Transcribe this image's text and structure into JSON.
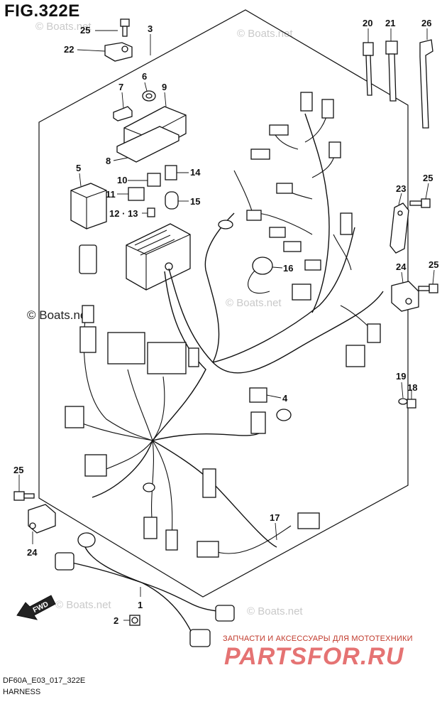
{
  "figure": {
    "title": "FIG.322E",
    "code": "DF60A_E03_017_322E",
    "name": "HARNESS"
  },
  "watermarks": {
    "site_small": "© Boats.net",
    "site_large": "© Boats.net"
  },
  "shop": {
    "tagline": "ЗАПЧАСТИ И АКСЕССУАРЫ ДЛЯ МОТОТЕХНИКИ",
    "logo": "PARTSFOR.RU"
  },
  "direction": {
    "label": "FWD"
  },
  "callouts": {
    "c1": "1",
    "c2": "2",
    "c3": "3",
    "c4": "4",
    "c5": "5",
    "c6": "6",
    "c7": "7",
    "c8": "8",
    "c9": "9",
    "c10": "10",
    "c11": "11",
    "c12_13": "12 · 13",
    "c14": "14",
    "c15": "15",
    "c16": "16",
    "c17": "17",
    "c18": "18",
    "c19": "19",
    "c20": "20",
    "c21": "21",
    "c22": "22",
    "c23": "23",
    "c24a": "24",
    "c24b": "24",
    "c25a": "25",
    "c25b": "25",
    "c25c": "25",
    "c25d": "25",
    "c26": "26"
  }
}
